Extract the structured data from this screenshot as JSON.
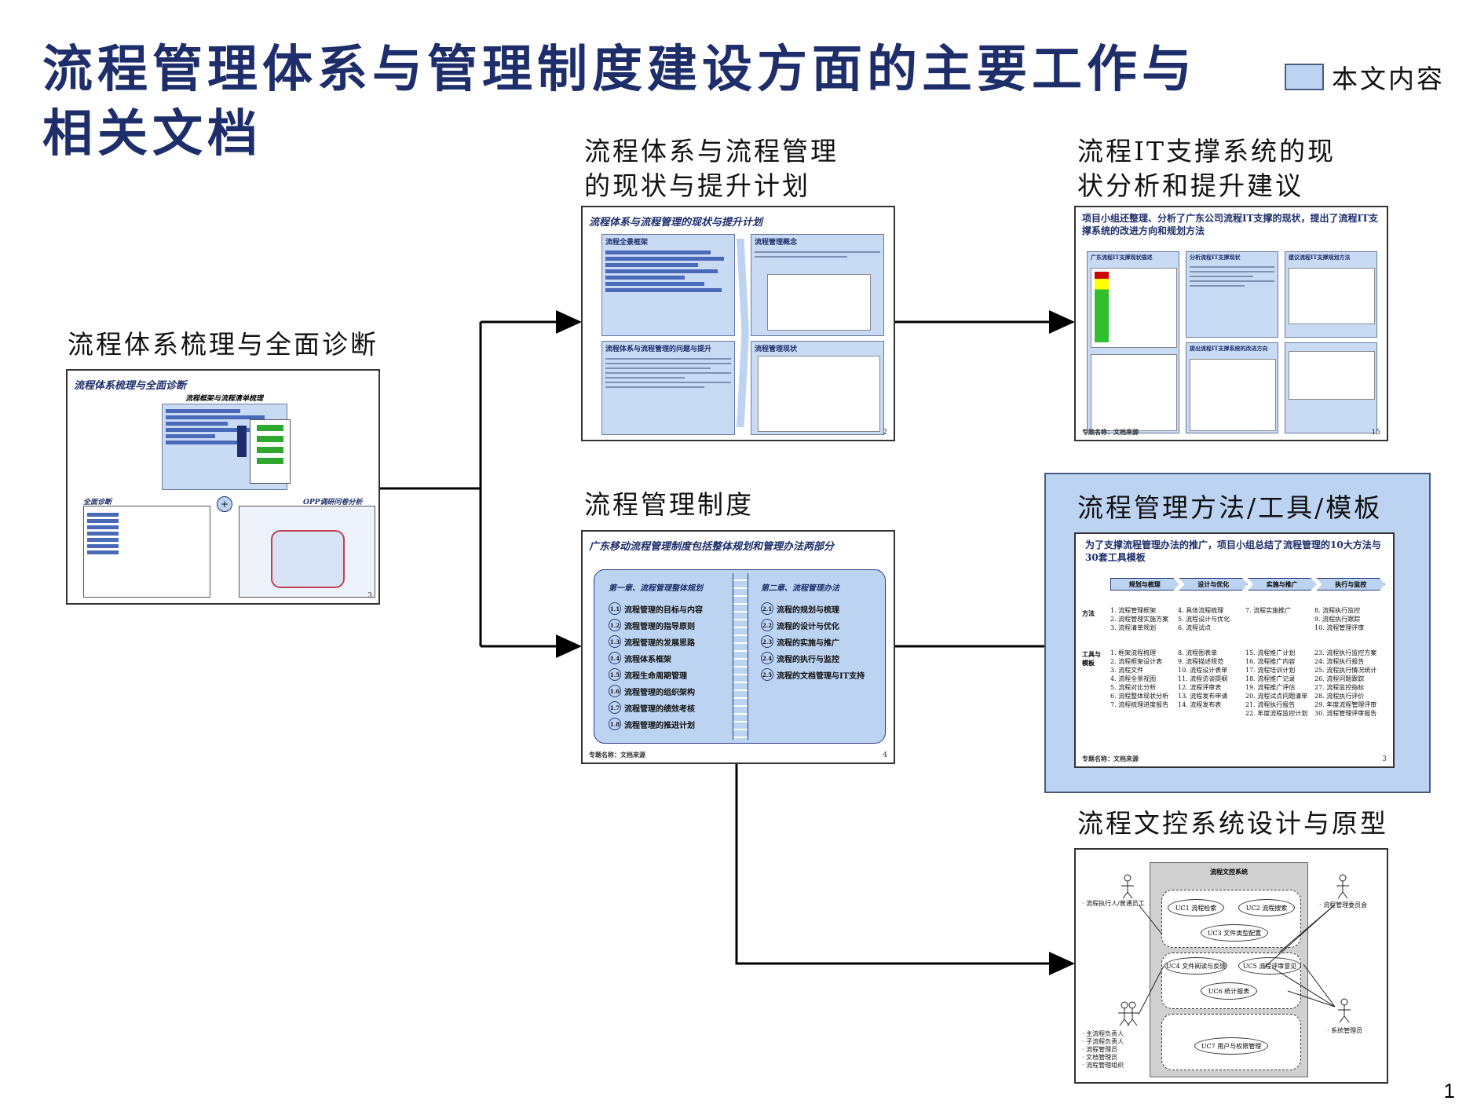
{
  "title": "流程管理体系与管理制度建设方面的主要工作与相关文档",
  "legend": {
    "label": "本文内容",
    "swatch_color": "#bcd4f2"
  },
  "slide_number": "1",
  "sections": {
    "diagnosis": {
      "label": "流程体系梳理与全面诊断",
      "thumb_title": "流程体系梳理与全面诊断",
      "thumb_sub": "流程框架与流程清单梳理",
      "left_panel": "全面诊断",
      "right_panel": "OPP调研问卷分析",
      "page": "3"
    },
    "status": {
      "label_line1": "流程体系与流程管理",
      "label_line2": "的现状与提升计划",
      "thumb_title": "流程体系与流程管理的现状与提升计划",
      "panels": [
        "流程全景框架",
        "流程管理概念",
        "流程体系与流程管理的问题与提升",
        "流程管理现状"
      ],
      "page": "2"
    },
    "it": {
      "label_line1": "流程IT支撑系统的现",
      "label_line2": "状分析和提升建议",
      "thumb_title": "项目小组还整理、分析了广东公司流程IT支撑的现状，提出了流程IT支撑系统的改进方向和规划方法",
      "panels": [
        "广东流程IT支撑现状描述",
        "分析流程IT支撑现状",
        "建议流程IT支撑规划方法",
        "提出流程IT支撑系统的改进方向"
      ],
      "footer": "专题名称：文档来源",
      "page": "15"
    },
    "system": {
      "label": "流程管理制度",
      "thumb_title": "广东移动流程管理制度包括整体规划和管理办法两部分",
      "chapter1": "第一章、流程管理整体规划",
      "chapter1_items": [
        {
          "n": "1.1",
          "t": "流程管理的目标与内容"
        },
        {
          "n": "1.2",
          "t": "流程管理的指导原则"
        },
        {
          "n": "1.3",
          "t": "流程管理的发展思路"
        },
        {
          "n": "1.4",
          "t": "流程体系框架"
        },
        {
          "n": "1.5",
          "t": "流程生命周期管理"
        },
        {
          "n": "1.6",
          "t": "流程管理的组织架构"
        },
        {
          "n": "1.7",
          "t": "流程管理的绩效考核"
        },
        {
          "n": "1.8",
          "t": "流程管理的推进计划"
        }
      ],
      "chapter2": "第二章、流程管理办法",
      "chapter2_items": [
        {
          "n": "2.1",
          "t": "流程的规划与梳理"
        },
        {
          "n": "2.2",
          "t": "流程的设计与优化"
        },
        {
          "n": "2.3",
          "t": "流程的实施与推广"
        },
        {
          "n": "2.4",
          "t": "流程的执行与监控"
        },
        {
          "n": "2.5",
          "t": "流程的文档管理与IT支持"
        }
      ],
      "footer": "专题名称：文档来源",
      "page": "4"
    },
    "methods": {
      "label": "流程管理方法/工具/模板",
      "thumb_title": "为了支撑流程管理办法的推广，项目小组总结了流程管理的10大方法与30套工具模板",
      "stages": [
        "规划与梳理",
        "设计与优化",
        "实施与推广",
        "执行与监控"
      ],
      "row1_label": "方法",
      "row1_cols": [
        "1.  流程管理框架\n2.  流程管理实施方案\n3.  流程清单规划",
        "4.  具体流程梳理\n5.  流程设计与优化\n6.  流程试点",
        "7.  流程实施推广",
        "8.  流程执行监控\n9.  流程执行跟踪\n10. 流程管理评审"
      ],
      "row2_label": "工具与模板",
      "row2_cols": [
        "1.  框架流程梳理\n2.  流程框架设计表\n3.  流程文件\n4.  流程全景视图\n5.  流程对比分析\n6.  流程整体现状分析\n7.  流程梳理进度报告",
        "8.  流程图表单\n9.  流程描述规范\n10. 流程设计表单\n11. 流程访谈提纲\n12. 流程评审表\n13. 流程发布申请\n14. 流程发布表",
        "15. 流程推广计划\n16. 流程推广内容\n17. 流程培训计划\n18. 流程推广记录\n19. 流程推广评估\n20. 流程试点问题清单\n21. 流程执行报告\n22. 年度流程监控计划",
        "23. 流程执行监控方案\n24. 流程执行报告\n25. 流程执行情况统计\n26. 流程问题跟踪\n27. 流程监控指标\n28. 流程执行评价\n29. 年度流程管理评审\n30. 流程管理评审报告"
      ],
      "footer": "专题名称：文档来源",
      "page": "3"
    },
    "doccontrol": {
      "label": "流程文控系统设计与原型",
      "system_title": "流程文控系统",
      "use_cases": [
        "UC1 流程检索",
        "UC2 流程搜索",
        "UC3 文件类型配置",
        "UC4 文件阅读与反馈",
        "UC5 流程评审意见",
        "UC6 统计报表",
        "UC7 用户与权限管理"
      ],
      "actor_left_top": "· 流程执行人/普通员工",
      "actor_right_top": "· 流程管理委员会",
      "actor_right_bottom": "· 系统管理员",
      "actor_left_bottom": "· 主流程负责人\n· 子流程负责人\n· 流程管理员\n· 文档管理员\n· 流程管理组织"
    }
  }
}
